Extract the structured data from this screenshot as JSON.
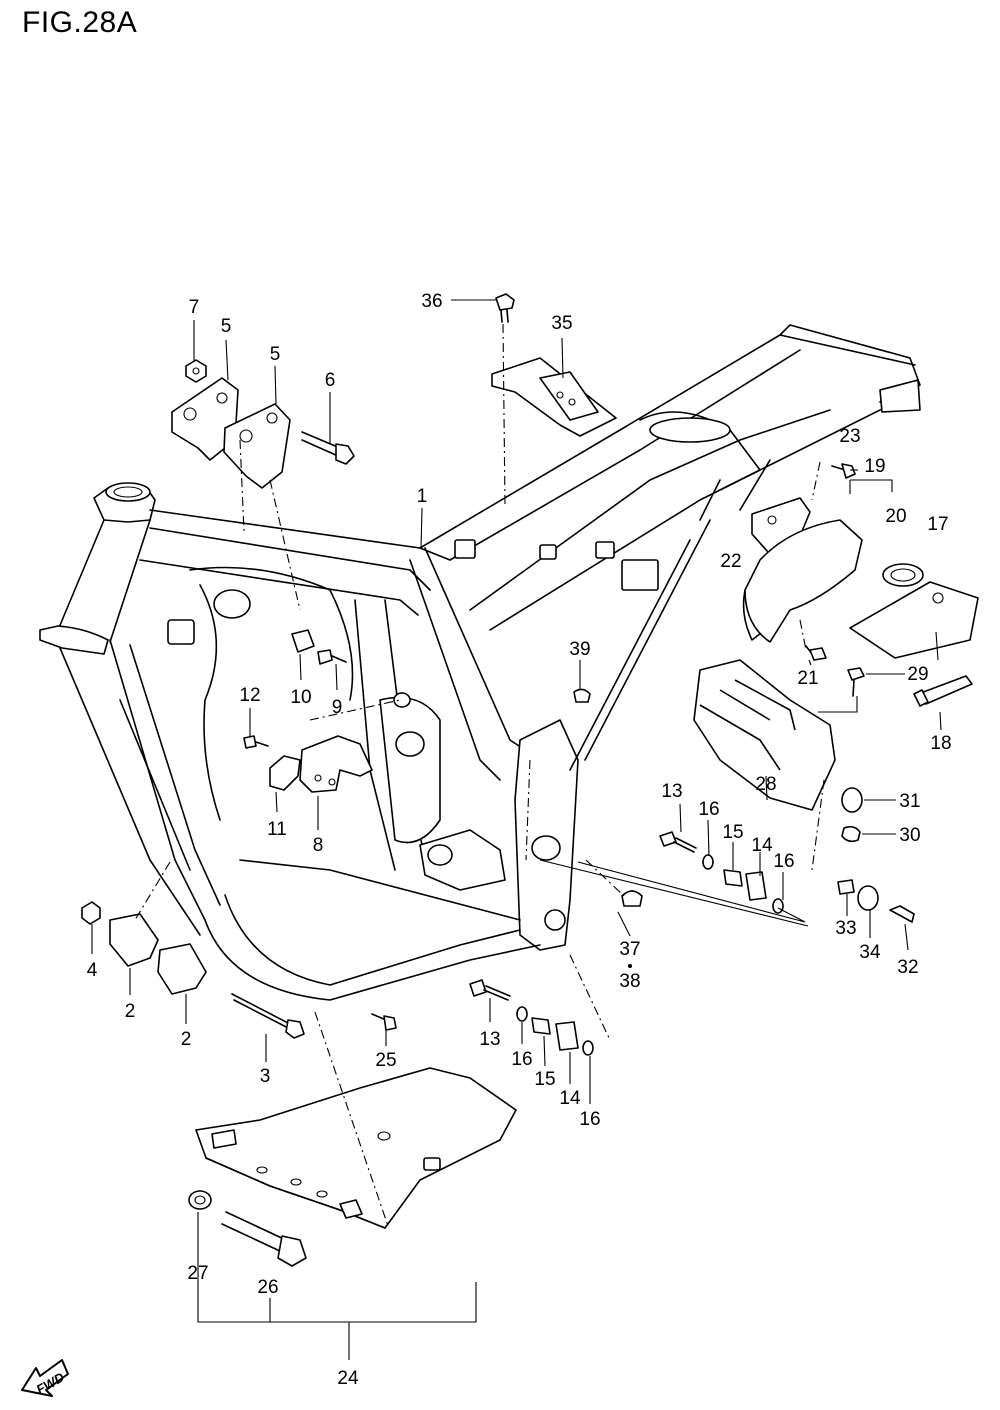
{
  "figure": {
    "title": "FIG.28A"
  },
  "fwd_badge": {
    "label": "FWD",
    "icon": "fwd-arrow-icon"
  },
  "callouts": [
    {
      "id": "c1",
      "label": "1"
    },
    {
      "id": "c2a",
      "label": "2"
    },
    {
      "id": "c2b",
      "label": "2"
    },
    {
      "id": "c3",
      "label": "3"
    },
    {
      "id": "c4",
      "label": "4"
    },
    {
      "id": "c5a",
      "label": "5"
    },
    {
      "id": "c5b",
      "label": "5"
    },
    {
      "id": "c6",
      "label": "6"
    },
    {
      "id": "c7",
      "label": "7"
    },
    {
      "id": "c8",
      "label": "8"
    },
    {
      "id": "c9",
      "label": "9"
    },
    {
      "id": "c10",
      "label": "10"
    },
    {
      "id": "c11",
      "label": "11"
    },
    {
      "id": "c12",
      "label": "12"
    },
    {
      "id": "c13a",
      "label": "13"
    },
    {
      "id": "c13b",
      "label": "13"
    },
    {
      "id": "c14a",
      "label": "14"
    },
    {
      "id": "c14b",
      "label": "14"
    },
    {
      "id": "c15a",
      "label": "15"
    },
    {
      "id": "c15b",
      "label": "15"
    },
    {
      "id": "c16a",
      "label": "16"
    },
    {
      "id": "c16b",
      "label": "16"
    },
    {
      "id": "c16c",
      "label": "16"
    },
    {
      "id": "c16d",
      "label": "16"
    },
    {
      "id": "c17",
      "label": "17"
    },
    {
      "id": "c18",
      "label": "18"
    },
    {
      "id": "c19",
      "label": "19"
    },
    {
      "id": "c20",
      "label": "20"
    },
    {
      "id": "c21",
      "label": "21"
    },
    {
      "id": "c22",
      "label": "22"
    },
    {
      "id": "c23",
      "label": "23"
    },
    {
      "id": "c24",
      "label": "24"
    },
    {
      "id": "c25",
      "label": "25"
    },
    {
      "id": "c26",
      "label": "26"
    },
    {
      "id": "c27",
      "label": "27"
    },
    {
      "id": "c28",
      "label": "28"
    },
    {
      "id": "c29",
      "label": "29"
    },
    {
      "id": "c30",
      "label": "30"
    },
    {
      "id": "c31",
      "label": "31"
    },
    {
      "id": "c32",
      "label": "32"
    },
    {
      "id": "c33",
      "label": "33"
    },
    {
      "id": "c34",
      "label": "34"
    },
    {
      "id": "c35",
      "label": "35"
    },
    {
      "id": "c36",
      "label": "36"
    },
    {
      "id": "c37",
      "label": "37"
    },
    {
      "id": "c38",
      "label": "38"
    },
    {
      "id": "c39",
      "label": "39"
    }
  ]
}
